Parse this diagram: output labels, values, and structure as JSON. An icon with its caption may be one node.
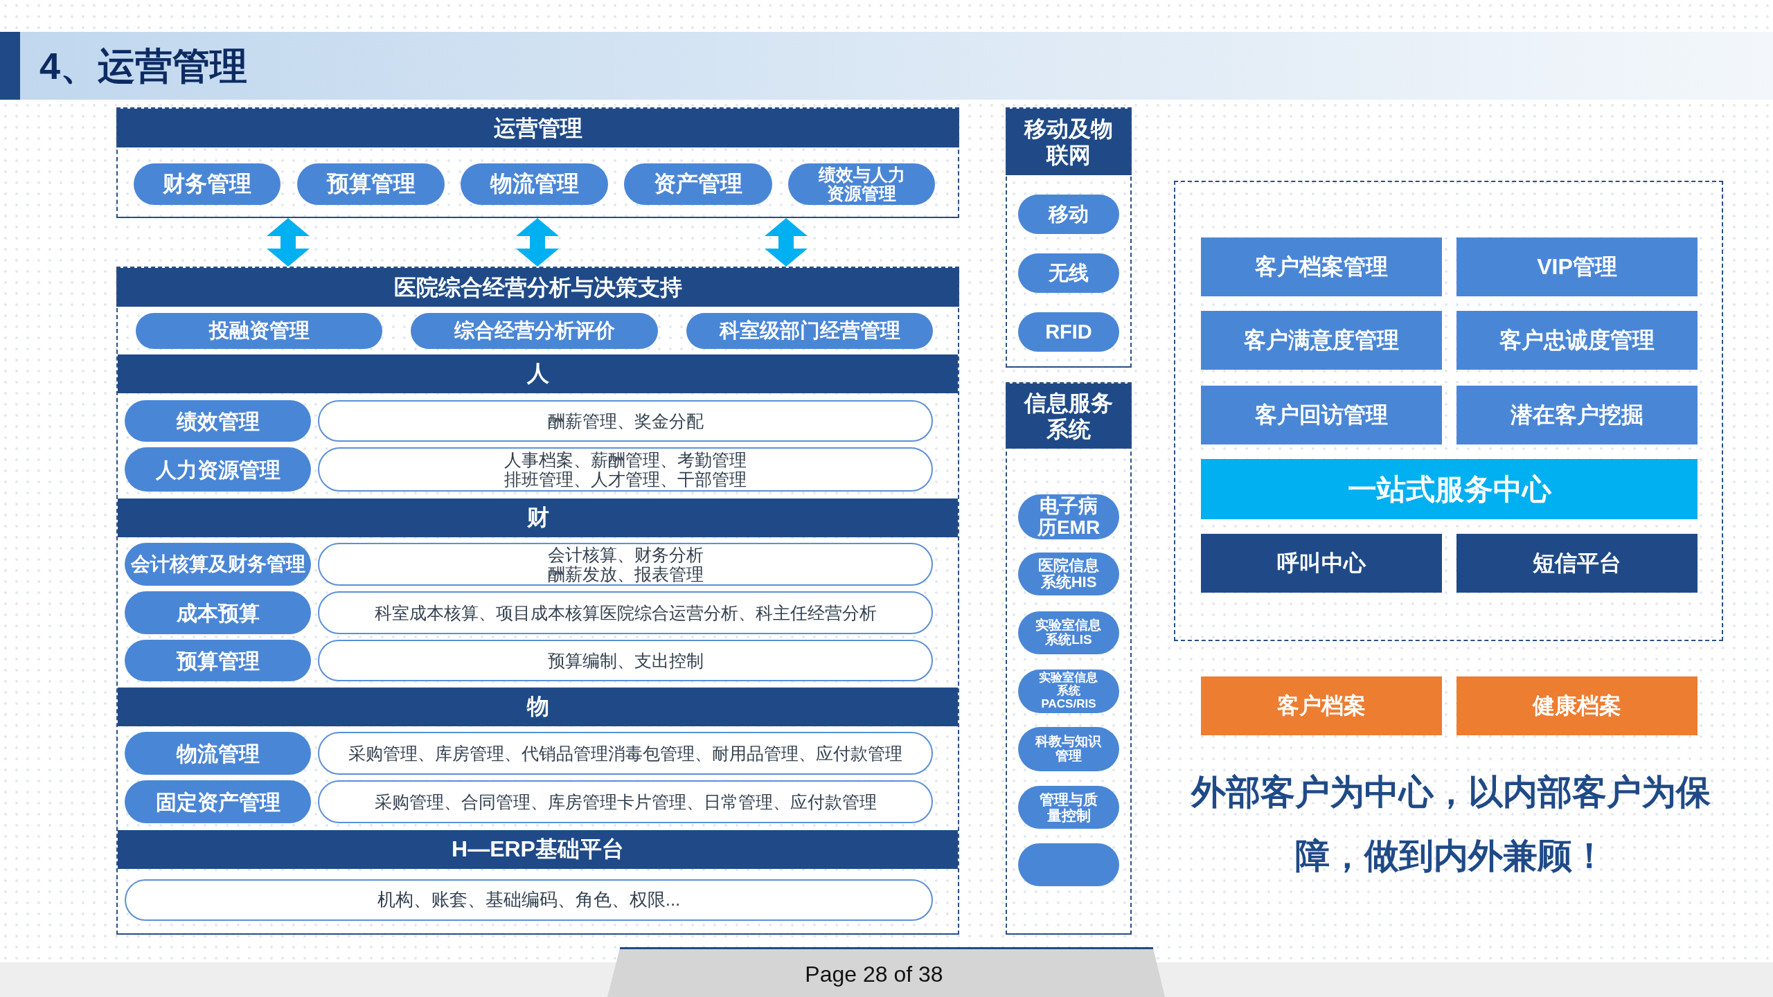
{
  "diagram": {
    "title": "4、运营管理",
    "nodes": [
      {
        "text": [
          "运营管理"
        ]
      },
      {
        "text": [
          "财务管理"
        ],
        "in": 0
      },
      {
        "text": [
          "预算管理"
        ],
        "in": 0
      },
      {
        "text": [
          "物流管理"
        ],
        "in": 0
      },
      {
        "text": [
          "资产管理"
        ],
        "in": 0
      },
      {
        "text": [
          "绩效与人力资源管理"
        ],
        "in": 0
      },
      {
        "text": [
          "医院综合经营分析与决策支持"
        ]
      },
      {
        "text": [
          "投融资管理"
        ],
        "in": 6
      },
      {
        "text": [
          "综合经营分析评价"
        ],
        "in": 6
      },
      {
        "text": [
          "科室级部门经营管理"
        ],
        "in": 6
      },
      {
        "text": [
          "人"
        ],
        "in": 6
      },
      {
        "text": [
          "绩效管理"
        ],
        "in": 6
      },
      {
        "text": [
          "酬薪管理、奖金分配"
        ],
        "in": 6
      },
      {
        "text": [
          "人力资源管理"
        ],
        "in": 6
      },
      {
        "text": [
          "人事档案、薪酬管理、考勤管理排班管理、人才管理、干部管理"
        ],
        "in": 6
      },
      {
        "text": [
          "财"
        ],
        "in": 6
      },
      {
        "text": [
          "会计核算及财务管理"
        ],
        "in": 6
      },
      {
        "text": [
          "会计核算、财务分析酬薪发放、报表管理"
        ],
        "in": 6
      },
      {
        "text": [
          "成本预算"
        ],
        "in": 6
      },
      {
        "text": [
          "科室成本核算、项目成本核算医院综合运营分析、科主任经营分析"
        ],
        "in": 6
      },
      {
        "text": [
          "预算管理"
        ],
        "in": 6
      },
      {
        "text": [
          "预算编制、支出控制"
        ],
        "in": 6
      },
      {
        "text": [
          "物"
        ],
        "in": 6
      },
      {
        "text": [
          "物流管理"
        ],
        "in": 6
      },
      {
        "text": [
          "采购管理、库房管理、代销品管理消毒包管理、耐用品管理、应付款管理"
        ],
        "in": 6
      },
      {
        "text": [
          "固定资产管理"
        ],
        "in": 6
      },
      {
        "text": [
          "采购管理、合同管理、库房管理卡片管理、日常管理、应付款管理"
        ],
        "in": 6
      },
      {
        "text": [
          "H—ERP基础平台"
        ],
        "in": 6
      },
      {
        "text": [
          "机构、账套、基础编码、角色、权限..."
        ],
        "in": 6
      },
      {
        "text": [
          "移动及物联网"
        ]
      },
      {
        "text": [
          "移动"
        ],
        "in": 29
      },
      {
        "text": [
          "无线"
        ],
        "in": 29
      },
      {
        "text": [
          "RFID"
        ],
        "in": 29
      },
      {
        "text": [
          "信息服务系统"
        ]
      },
      {
        "text": [
          "电子病历EMR"
        ],
        "in": 33
      },
      {
        "text": [
          "医院信息系统HIS"
        ],
        "in": 33
      },
      {
        "text": [
          "实验室信息系统LIS"
        ],
        "in": 33
      },
      {
        "text": [
          "实验室信息系统PACS/RIS"
        ],
        "in": 33
      },
      {
        "text": [
          "科教与知识管理"
        ],
        "in": 33
      },
      {
        "text": [
          "管理与质量控制"
        ],
        "in": 33
      },
      {
        "text": [],
        "shape": "box",
        "in": 33
      },
      {
        "text": [],
        "shape": "box"
      },
      {
        "text": [
          "客户档案管理"
        ],
        "in": 41
      },
      {
        "text": [
          "VIP管理"
        ],
        "in": 41
      },
      {
        "text": [
          "客户满意度管理"
        ],
        "in": 41
      },
      {
        "text": [
          "客户忠诚度管理"
        ],
        "in": 41
      },
      {
        "text": [
          "客户回访管理"
        ],
        "in": 41
      },
      {
        "text": [
          "潜在客户挖掘"
        ],
        "in": 41
      },
      {
        "text": [
          "一站式服务中心"
        ],
        "in": 41
      },
      {
        "text": [
          "呼叫中心"
        ],
        "in": 41
      },
      {
        "text": [
          "短信平台"
        ],
        "in": 41
      },
      {
        "text": [
          "客户档案"
        ]
      },
      {
        "text": [
          "健康档案"
        ]
      }
    ],
    "edges": [
      {
        "from": 0,
        "to": 6,
        "arrow": "both"
      },
      {
        "from": 0,
        "to": 6,
        "arrow": "both"
      },
      {
        "from": 0,
        "to": 6,
        "arrow": "both"
      }
    ],
    "labels": [
      "外部客户为中心，以内部客户为保障，做到内外兼顾！",
      "Page 28 of 38"
    ]
  }
}
